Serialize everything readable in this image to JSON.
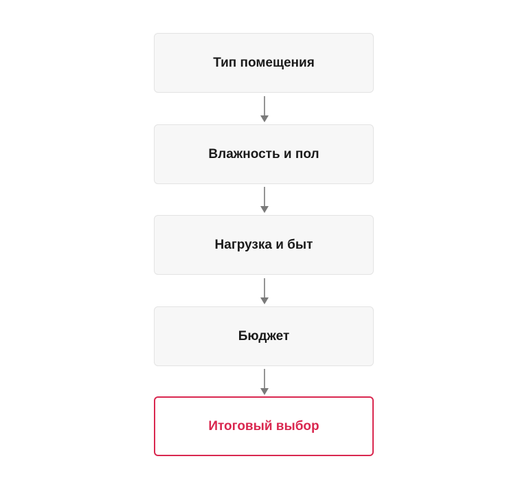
{
  "flow": {
    "steps": [
      {
        "label": "Тип помещения"
      },
      {
        "label": "Влажность и пол"
      },
      {
        "label": "Нагрузка и быт"
      },
      {
        "label": "Бюджет"
      },
      {
        "label": "Итоговый выбор"
      }
    ]
  },
  "colors": {
    "box_fill": "#f7f7f7",
    "box_border": "#e3e3e3",
    "text": "#1a1a1a",
    "arrow": "#7a7a7a",
    "accent": "#d9274f"
  }
}
